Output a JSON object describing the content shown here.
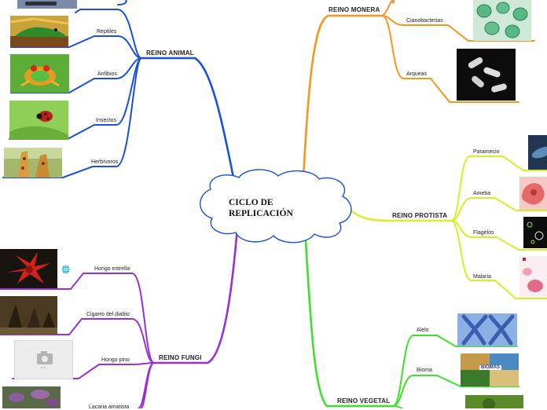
{
  "center": {
    "line1": "CICLO DE",
    "line2": "REPLICACIÓN"
  },
  "branches": {
    "animal": "REINO ANIMAL",
    "monera": "REINO MONERA",
    "protista": "REINO PROTISTA",
    "fungi": "REINO FUNGI",
    "vegetal": "REINO VEGETAL"
  },
  "animal_items": [
    "Reptiles",
    "Anfibios",
    "Insectos",
    "Herbívoros"
  ],
  "monera_items": [
    "Cianobacterias",
    "Arqueas"
  ],
  "protista_items": [
    "Paramecio",
    "Ameba",
    "Flagelos",
    "Malaria"
  ],
  "fungi_items": [
    "Hongo estrella",
    "Cigarro del diablo",
    "Hongo pino",
    "Lacaria amatista"
  ],
  "vegetal_items": [
    "Alelo",
    "Bioma"
  ],
  "image_text": {
    "biomas": "BIOMAS"
  },
  "colors": {
    "animal": "#1a4fe0",
    "monera": "#f5961e",
    "protista": "#d6ee26",
    "fungi": "#9a2fd6",
    "vegetal": "#3ee02c"
  },
  "icons": {
    "globe": "globe-icon",
    "camera": "camera-placeholder-icon"
  }
}
